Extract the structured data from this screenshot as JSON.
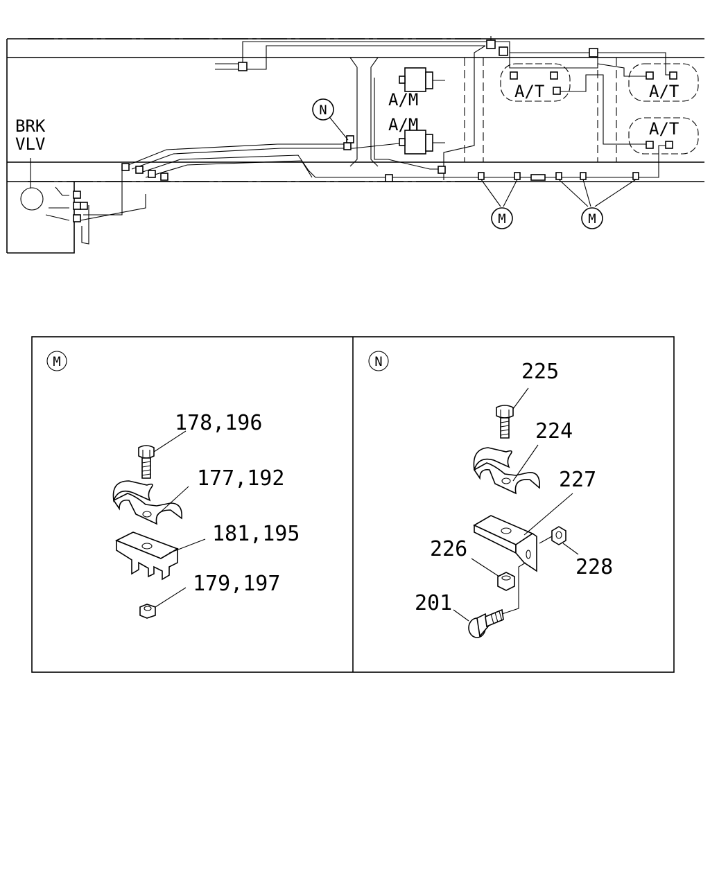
{
  "routing": {
    "brake_valve_label_line1": "BRK",
    "brake_valve_label_line2": "VLV",
    "am_upper": "A/M",
    "am_lower": "A/M",
    "at_tank_1": "A/T",
    "at_tank_2": "A/T",
    "at_tank_3": "A/T",
    "callout_n": "N",
    "callout_m_left": "M",
    "callout_m_right": "M"
  },
  "panel_m": {
    "marker": "M",
    "parts": {
      "bolt": "178,196",
      "clamp": "177,192",
      "bracket": "181,195",
      "nut": "179,197"
    }
  },
  "panel_n": {
    "marker": "N",
    "parts": {
      "bolt_top": "225",
      "clamp": "224",
      "bracket": "227",
      "washer_right": "228",
      "nut": "226",
      "bolt_bottom": "201"
    }
  }
}
